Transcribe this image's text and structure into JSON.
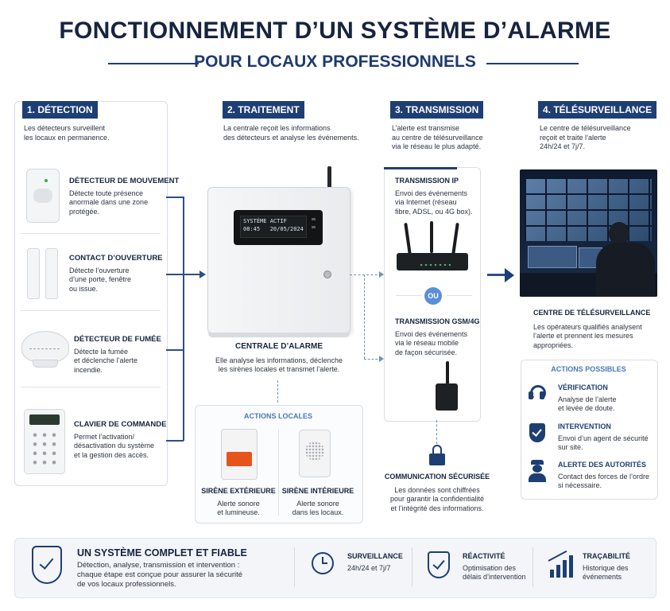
{
  "header": {
    "title": "FONCTIONNEMENT D’UN SYSTÈME D’ALARME",
    "subtitle": "POUR LOCAUX PROFESSIONNELS"
  },
  "detection": {
    "heading": "1. DÉTECTION",
    "intro_1": "Les détecteurs surveillent",
    "intro_2": "les locaux en permanence.",
    "items": [
      {
        "title": "DÉTECTEUR DE MOUVEMENT",
        "l1": "Détecte toute présence",
        "l2": "anormale dans une zone",
        "l3": "protégée."
      },
      {
        "title": "CONTACT D’OUVERTURE",
        "l1": "Détecte l’ouverture",
        "l2": "d’une porte, fenêtre",
        "l3": "ou issue."
      },
      {
        "title": "DÉTECTEUR DE FUMÉE",
        "l1": "Détecte la fumée",
        "l2": "et déclenche l’alerte",
        "l3": "incendie."
      },
      {
        "title": "CLAVIER DE COMMANDE",
        "l1": "Permet l’activation/",
        "l2": "désactivation du système",
        "l3": "et la gestion des accès."
      }
    ]
  },
  "traitement": {
    "heading": "2. TRAITEMENT",
    "intro_1": "La centrale reçoit les informations",
    "intro_2": "des détecteurs et analyse les événements.",
    "screen_1": "SYSTÈME ACTIF",
    "screen_2": "08:45   20/05/2024",
    "device_title": "CENTRALE D’ALARME",
    "device_1": "Elle analyse les informations, déclenche",
    "device_2": "les sirènes locales et transmet l’alerte."
  },
  "actions_locales": {
    "heading": "ACTIONS LOCALES",
    "items": [
      {
        "title": "SIRÈNE EXTÉRIEURE",
        "l1": "Alerte sonore",
        "l2": "et lumineuse."
      },
      {
        "title": "SIRÈNE INTÉRIEURE",
        "l1": "Alerte sonore",
        "l2": "dans les locaux."
      }
    ]
  },
  "transmission": {
    "heading": "3. TRANSMISSION",
    "intro_1": "L’alerte est transmise",
    "intro_2": "au centre de télésurveillance",
    "intro_3": "via le réseau le plus adapté.",
    "ip_title": "TRANSMISSION IP",
    "ip_1": "Envoi des événements",
    "ip_2": "via Internet (réseau",
    "ip_3": "fibre, ADSL, ou 4G box).",
    "or": "OU",
    "gsm_title": "TRANSMISSION GSM/4G",
    "gsm_1": "Envoi des événements",
    "gsm_2": "via le réseau mobile",
    "gsm_3": "de façon sécurisée.",
    "secure_title": "COMMUNICATION SÉCURISÉE",
    "secure_1": "Les données sont chiffrées",
    "secure_2": "pour garantir la confidentialité",
    "secure_3": "et l’intégrité des informations."
  },
  "telesurveillance": {
    "heading": "4. TÉLÉSURVEILLANCE",
    "intro_1": "Le centre de télésurveillance",
    "intro_2": "reçoit et traite l’alerte",
    "intro_3": "24h/24 et 7j/7.",
    "center_title": "CENTRE DE TÉLÉSURVEILLANCE",
    "center_1": "Les opérateurs qualifiés analysent",
    "center_2": "l’alerte et prennent les mesures",
    "center_3": "appropriées.",
    "actions_heading": "ACTIONS POSSIBLES",
    "actions": [
      {
        "icon": "headset-icon",
        "title": "VÉRIFICATION",
        "l1": "Analyse de l’alerte",
        "l2": "et levée de doute."
      },
      {
        "icon": "shield-icon",
        "title": "INTERVENTION",
        "l1": "Envoi d’un agent de sécurité",
        "l2": "sur site."
      },
      {
        "icon": "police-officer-icon",
        "title": "ALERTE DES AUTORITÉS",
        "l1": "Contact des forces de l’ordre",
        "l2": "si nécessaire."
      }
    ]
  },
  "footer": {
    "title": "UN SYSTÈME COMPLET ET FIABLE",
    "l1": "Détection, analyse, transmission et intervention :",
    "l2": "chaque étape est conçue pour assurer la sécurité",
    "l3": "de vos locaux professionnels.",
    "features": [
      {
        "icon": "clock-icon",
        "title": "SURVEILLANCE",
        "l1": "24h/24 et 7j/7",
        "l2": ""
      },
      {
        "icon": "shield-check-icon",
        "title": "RÉACTIVITÉ",
        "l1": "Optimisation des",
        "l2": "délais d’intervention"
      },
      {
        "icon": "chart-icon",
        "title": "TRAÇABILITÉ",
        "l1": "Historique des",
        "l2": "événements"
      }
    ]
  },
  "colors": {
    "navy": "#1e3f74",
    "dark": "#16243f",
    "siren": "#e5541b"
  }
}
